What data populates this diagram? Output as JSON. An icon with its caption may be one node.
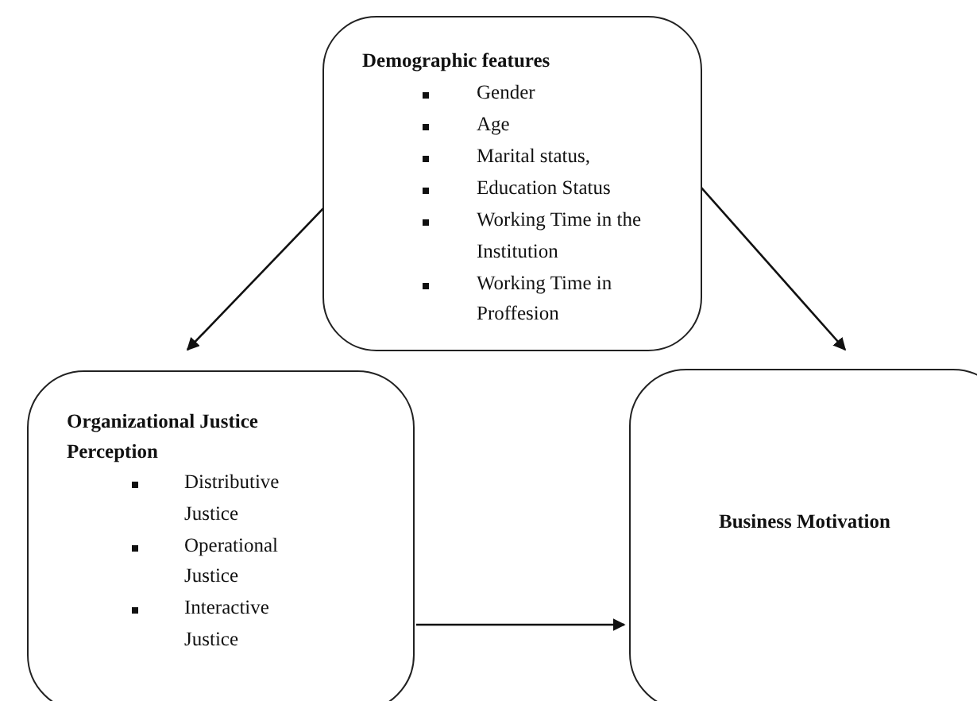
{
  "diagram": {
    "nodes": [
      {
        "text": [
          "Demographic features",
          "Gender",
          "Age",
          "Marital status,",
          "Education Status",
          "Working Time in the Institution",
          "Working Time in Proffesion"
        ]
      },
      {
        "text": [
          "Organizational Justice Perception",
          "Distributive Justice",
          "Operational Justice",
          "Interactive Justice"
        ]
      },
      {
        "text": [
          "Business Motivation"
        ]
      }
    ],
    "edges": [
      {
        "from": 0,
        "to": 1,
        "arrow": "to"
      },
      {
        "from": 0,
        "to": 2,
        "arrow": "to"
      },
      {
        "from": 1,
        "to": 2,
        "arrow": "to"
      }
    ]
  }
}
